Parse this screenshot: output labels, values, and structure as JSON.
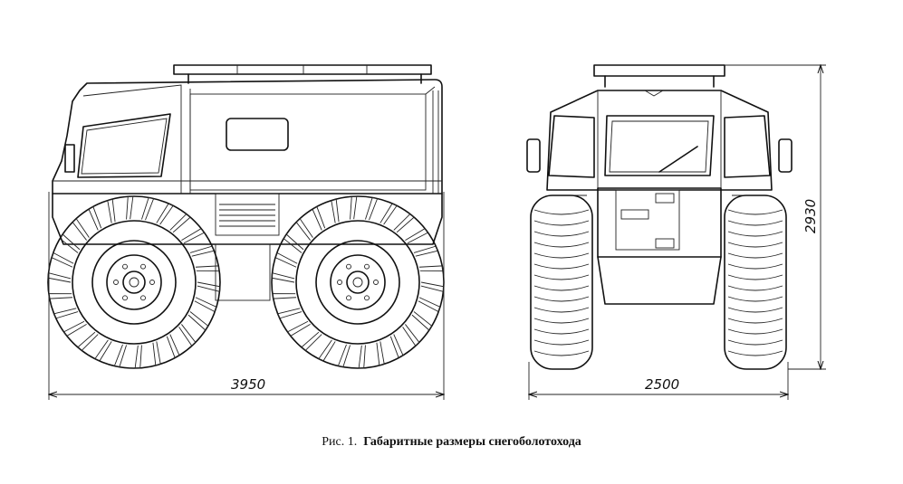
{
  "dimensions": {
    "length": "3950",
    "width": "2500",
    "height": "2930"
  },
  "caption": {
    "prefix": "Рис. 1.",
    "title": "Габаритные размеры снегоболотохода"
  }
}
